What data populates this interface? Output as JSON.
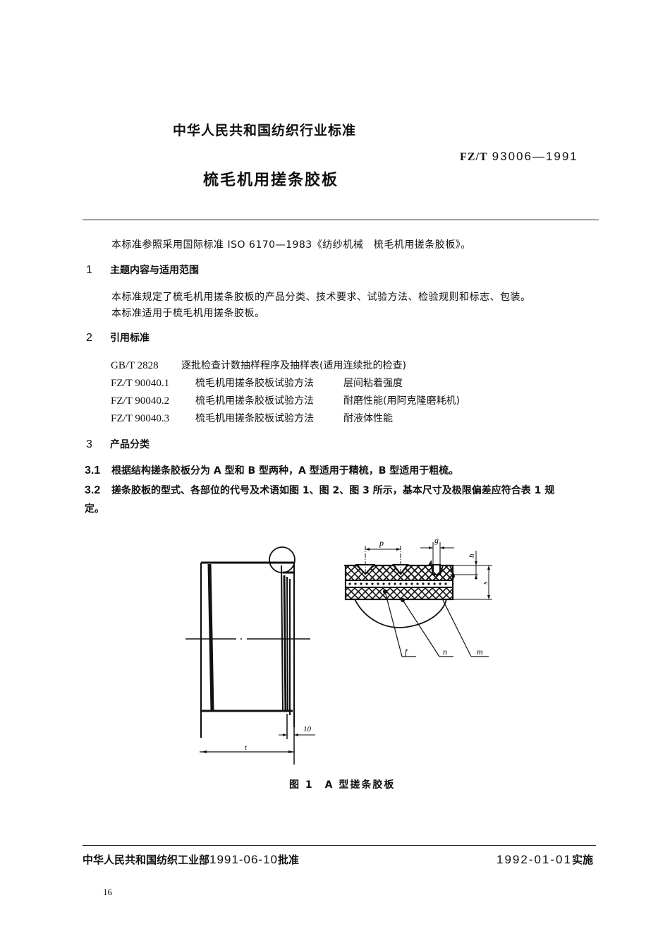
{
  "header": {
    "organization": "中华人民共和国纺织行业标准",
    "standard_code_prefix": "FZ/T",
    "standard_code_number": "93006—1991",
    "title": "梳毛机用搓条胶板"
  },
  "intro": {
    "text": "本标准参照采用国际标准 ISO 6170—1983《纺纱机械　梳毛机用搓条胶板》。"
  },
  "sections": [
    {
      "number": "1",
      "heading": "主题内容与适用范围",
      "paragraphs": [
        "本标准规定了梳毛机用搓条胶板的产品分类、技术要求、试验方法、检验规则和标志、包装。",
        "本标准适用于梳毛机用搓条胶板。"
      ]
    },
    {
      "number": "2",
      "heading": "引用标准",
      "references": [
        {
          "code": "GB/T 2828",
          "title": "逐批检查计数抽样程序及抽样表(适用连续批的检查)",
          "subtitle": ""
        },
        {
          "code": "FZ/T 90040.1",
          "title": "梳毛机用搓条胶板试验方法",
          "subtitle": "层间粘着强度"
        },
        {
          "code": "FZ/T 90040.2",
          "title": "梳毛机用搓条胶板试验方法",
          "subtitle": "耐磨性能(用阿克隆磨耗机)"
        },
        {
          "code": "FZ/T 90040.3",
          "title": "梳毛机用搓条胶板试验方法",
          "subtitle": "耐液体性能"
        }
      ]
    },
    {
      "number": "3",
      "heading": "产品分类",
      "clauses": [
        {
          "number": "3.1",
          "text": "根据结构搓条胶板分为 A 型和 B 型两种，A 型适用于精梳，B 型适用于粗梳。"
        },
        {
          "number": "3.2",
          "text": "搓条胶板的型式、各部位的代号及术语如图 1、图 2、图 3 所示，基本尺寸及极限偏差应符合表 1 规",
          "continuation": "定。"
        }
      ]
    }
  ],
  "figure": {
    "caption": "图 1　A 型搓条胶板",
    "labels": {
      "p": "p",
      "g": "g",
      "h": "h",
      "s": "s",
      "f": "f",
      "n": "n",
      "m": "m",
      "t": "t",
      "dim_10": "10"
    }
  },
  "footer": {
    "approval_org": "中华人民共和国纺织工业部",
    "approval_date": "1991-06-10",
    "approval_suffix": "批准",
    "effective_date": "1992-01-01",
    "effective_suffix": "实施",
    "page_number": "16"
  }
}
